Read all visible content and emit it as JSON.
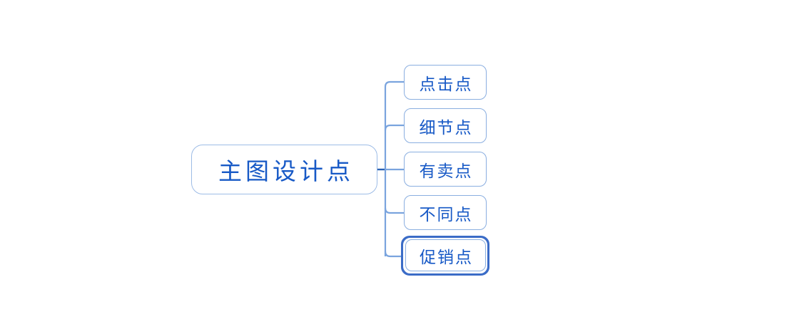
{
  "diagram": {
    "type": "mindmap",
    "background_color": "#ffffff",
    "accent_color": "#1759c6",
    "border_color": "#8aaee0",
    "selection_color": "#3b6cc7",
    "root": {
      "label": "主图设计点"
    },
    "branches": [
      {
        "label": "点击点",
        "selected": false
      },
      {
        "label": "细节点",
        "selected": false
      },
      {
        "label": "有卖点",
        "selected": false
      },
      {
        "label": "不同点",
        "selected": false
      },
      {
        "label": "促销点",
        "selected": true
      }
    ],
    "connector": {
      "style": "rounded-elbow",
      "color": "#7aa4de",
      "root_stem_color": "#2b62b5"
    }
  }
}
